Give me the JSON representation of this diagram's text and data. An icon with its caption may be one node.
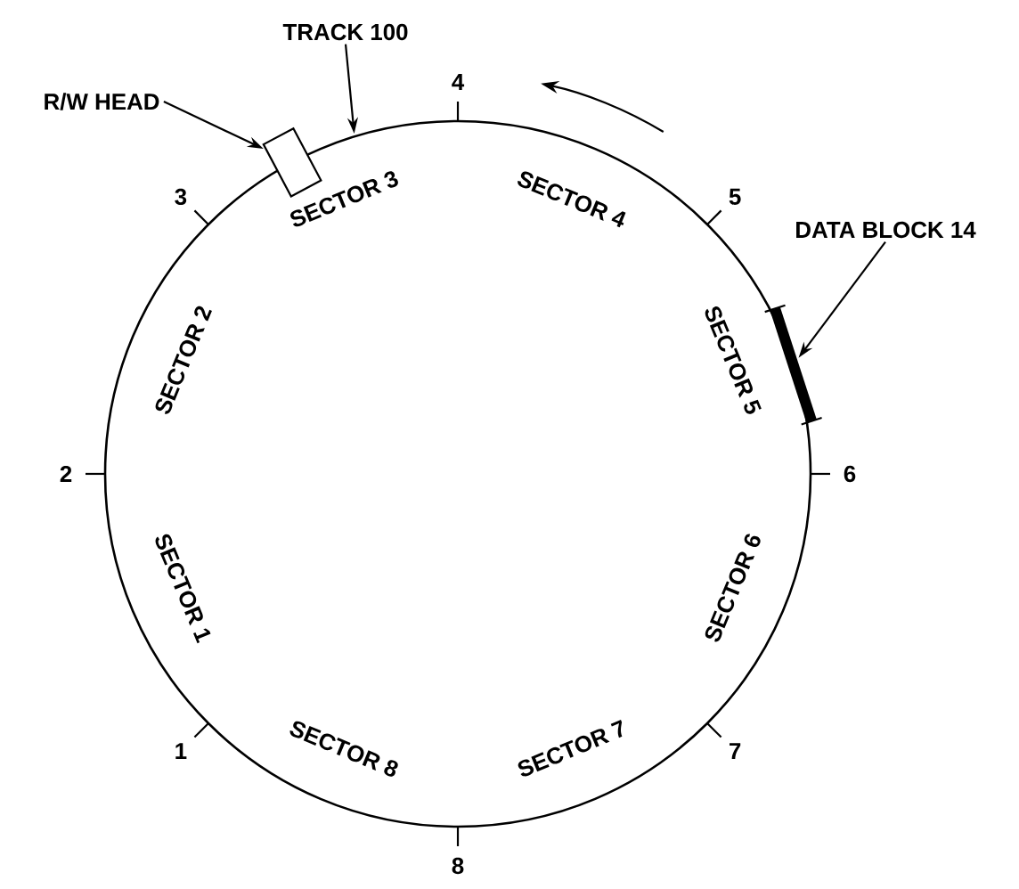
{
  "diagram": {
    "nodes": [
      {
        "text": [],
        "shape": "circle"
      },
      {
        "text": [
          "TRACK 100"
        ]
      },
      {
        "text": [
          "R/W HEAD"
        ]
      },
      {
        "text": [],
        "shape": "box"
      },
      {
        "text": [
          "DATA BLOCK 14"
        ]
      },
      {
        "text": [],
        "shape": "bar"
      }
    ],
    "edges": [
      {
        "from": 1,
        "to": 0,
        "arrow": "to"
      },
      {
        "from": 2,
        "to": 3,
        "arrow": "to"
      },
      {
        "from": 4,
        "to": 5,
        "arrow": "to"
      }
    ],
    "labels": [
      "4",
      "3",
      "5",
      "SECTOR 3",
      "SECTOR 4",
      "SECTOR 2",
      "SECTOR 5",
      "2",
      "6",
      "SECTOR 1",
      "SECTOR 6",
      "SECTOR 8",
      "SECTOR 7",
      "1",
      "7",
      "8"
    ]
  }
}
